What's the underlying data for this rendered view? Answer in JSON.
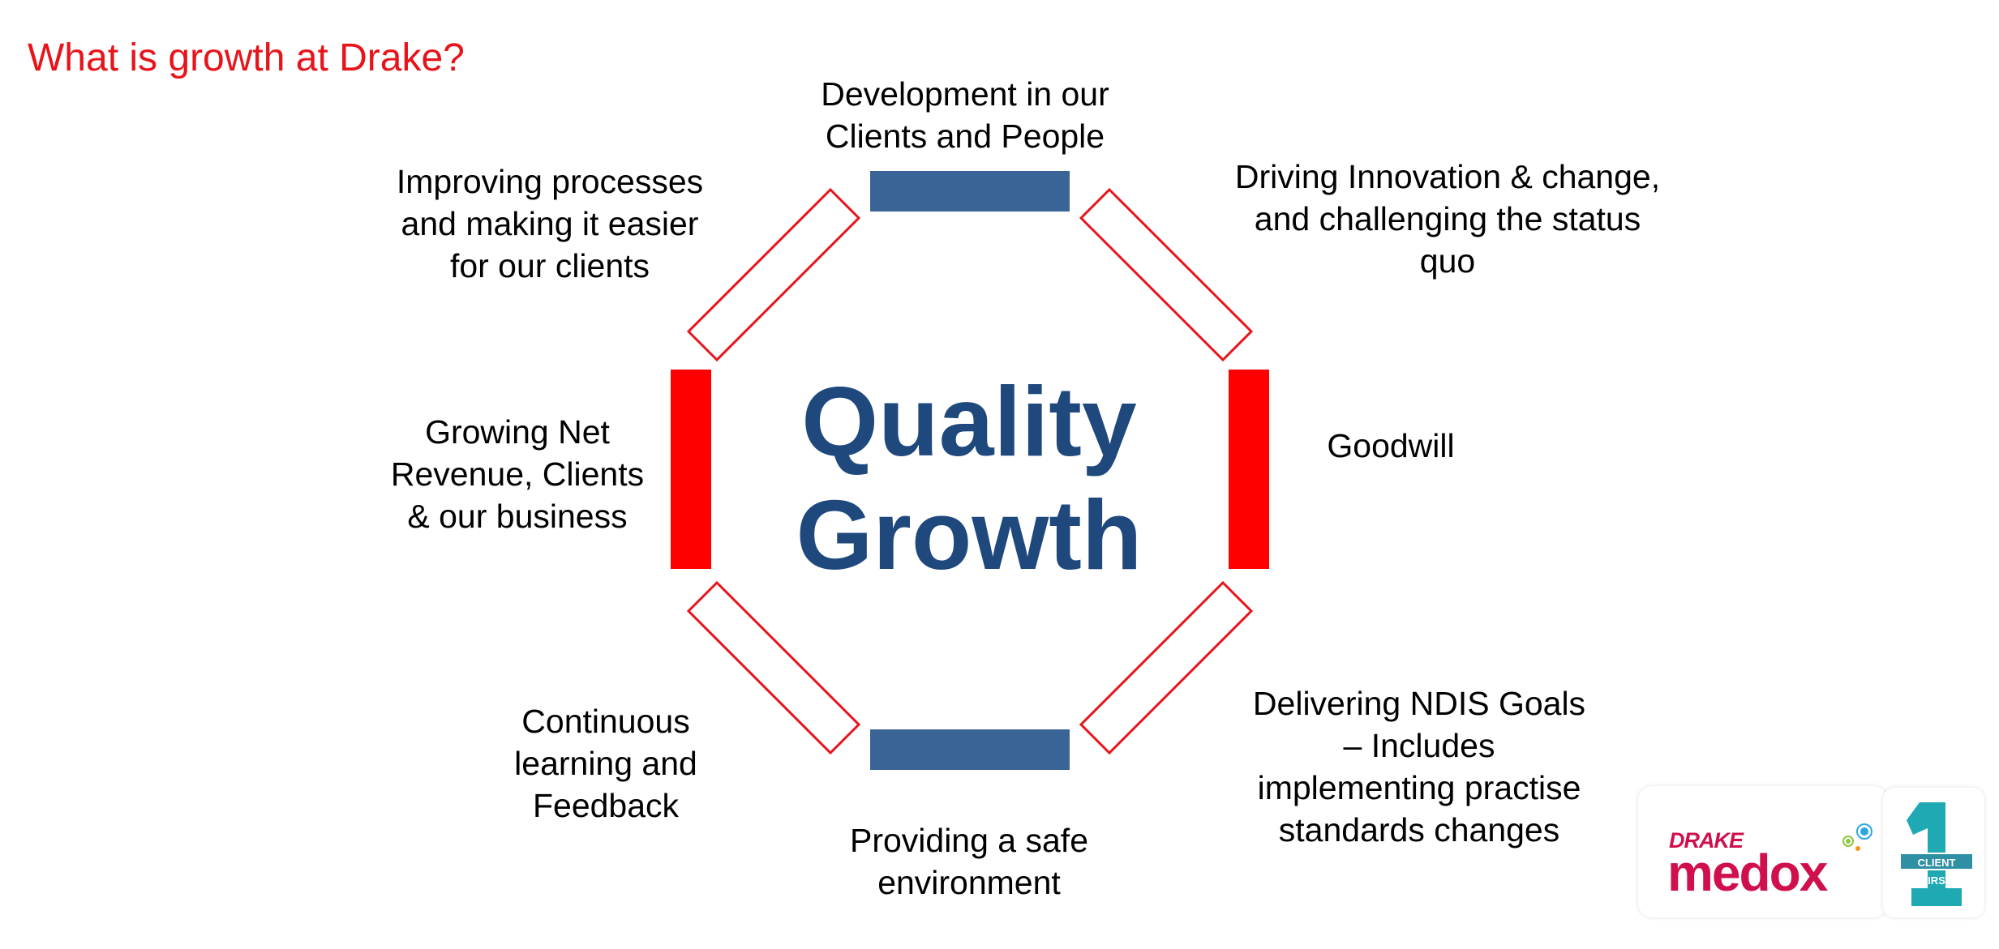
{
  "title": "What is growth at Drake?",
  "center": {
    "text": "Quality\nGrowth"
  },
  "labels": {
    "top": "Development in our\nClients and People",
    "top_right": "Driving Innovation & change,\nand challenging the status\nquo",
    "right": "Goodwill",
    "bottom_right": "Delivering NDIS Goals\n– Includes\nimplementing practise\nstandards changes",
    "bottom": "Providing a safe\nenvironment",
    "bottom_left": "Continuous\nlearning and\nFeedback",
    "left": "Growing Net\nRevenue, Clients\n& our business",
    "top_left": "Improving processes\nand making it easier\nfor our clients"
  },
  "logo": {
    "brand_small": "DRAKE",
    "brand_large": "medox",
    "badge_number": "1",
    "badge_text": "CLIENT FIRST"
  },
  "colors": {
    "title": "#e8141b",
    "center_text": "#1f497d",
    "blue_segment": "#3a6495",
    "red_segment": "#ff0000",
    "outline_segment": "#e8141b",
    "brand": "#d0104c",
    "badge": "#1ea9b3"
  }
}
